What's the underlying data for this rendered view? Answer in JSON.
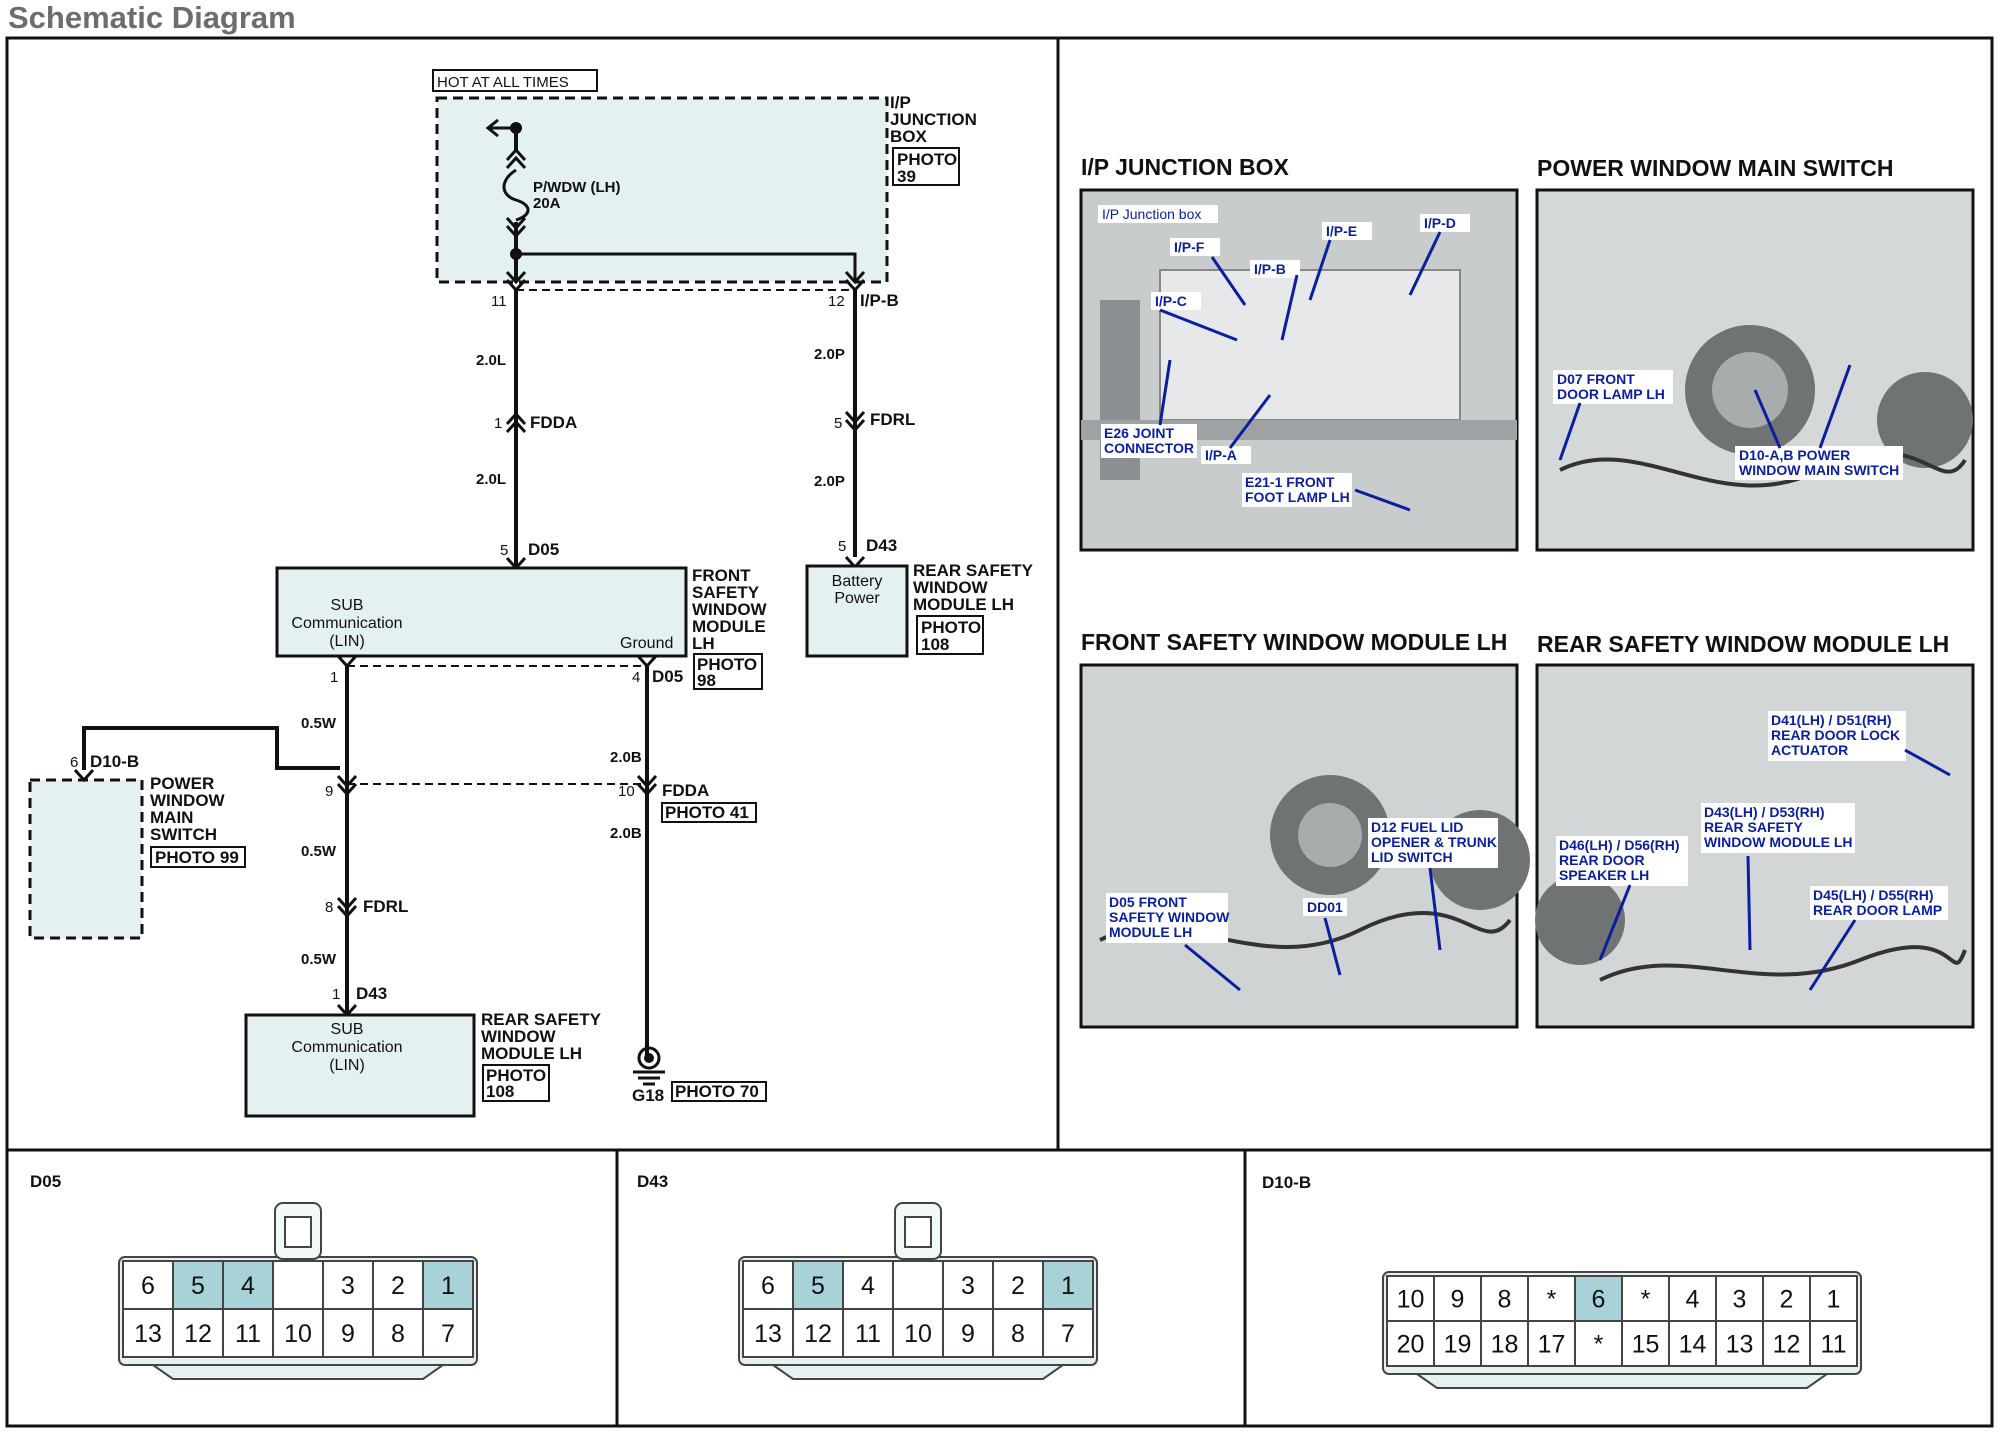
{
  "page": {
    "title": "Schematic Diagram"
  },
  "schematic": {
    "hot_label": "HOT AT ALL TIMES",
    "junction_box": {
      "name_l1": "I/P",
      "name_l2": "JUNCTION",
      "name_l3": "BOX",
      "photo_l1": "PHOTO",
      "photo_l2": "39"
    },
    "fuse": {
      "name": "P/WDW (LH)",
      "rating": "20A"
    },
    "left_branch": {
      "pin_top": "11",
      "wire1": "2.0L",
      "conn_pin": "1",
      "conn_name": "FDDA",
      "wire2": "2.0L",
      "d05_pin": "5",
      "d05_name": "D05"
    },
    "right_branch": {
      "pin_top": "12",
      "conn_top": "I/P-B",
      "wire1": "2.0P",
      "conn_pin": "5",
      "conn_name": "FDRL",
      "wire2": "2.0P",
      "d43_pin": "5",
      "d43_name": "D43"
    },
    "front_module": {
      "inner_l1": "SUB",
      "inner_l2": "Communication",
      "inner_l3": "(LIN)",
      "ground": "Ground",
      "name_l1": "FRONT",
      "name_l2": "SAFETY",
      "name_l3": "WINDOW",
      "name_l4": "MODULE",
      "name_l5": "LH",
      "photo_l1": "PHOTO",
      "photo_l2": "98",
      "pin_lin": "1",
      "pin_gnd": "4",
      "pin_gnd_conn": "D05"
    },
    "rear_battery": {
      "inner_l1": "Battery",
      "inner_l2": "Power",
      "name_l1": "REAR SAFETY",
      "name_l2": "WINDOW",
      "name_l3": "MODULE LH",
      "photo_l1": "PHOTO",
      "photo_l2": "108"
    },
    "main_switch": {
      "pin": "6",
      "conn": "D10-B",
      "name_l1": "POWER",
      "name_l2": "WINDOW",
      "name_l3": "MAIN",
      "name_l4": "SWITCH",
      "photo": "PHOTO 99"
    },
    "lin_wires": {
      "w1": "0.5W",
      "w2": "0.5W",
      "w3": "0.5W",
      "splice_pin": "9",
      "conn_pin": "8",
      "conn_name": "FDRL"
    },
    "ground_path": {
      "w1": "2.0B",
      "w2": "2.0B",
      "conn_pin": "10",
      "conn_name": "FDDA",
      "photo": "PHOTO 41",
      "ground_name": "G18",
      "ground_photo": "PHOTO 70"
    },
    "rear_module": {
      "pin": "1",
      "conn": "D43",
      "inner_l1": "SUB",
      "inner_l2": "Communication",
      "inner_l3": "(LIN)",
      "name_l1": "REAR SAFETY",
      "name_l2": "WINDOW",
      "name_l3": "MODULE LH",
      "photo_l1": "PHOTO",
      "photo_l2": "108"
    }
  },
  "photos": {
    "ip_junction": {
      "title": "I/P JUNCTION BOX",
      "labels": [
        "I/P Junction box",
        "I/P-F",
        "I/P-E",
        "I/P-D",
        "I/P-B",
        "I/P-C",
        "E26 JOINT",
        "CONNECTOR",
        "I/P-A",
        "E21-1 FRONT",
        "FOOT LAMP LH"
      ]
    },
    "main_switch": {
      "title": "POWER WINDOW MAIN SWITCH",
      "labels": [
        "D07 FRONT",
        "DOOR LAMP LH",
        "D10-A,B POWER",
        "WINDOW MAIN SWITCH"
      ]
    },
    "front_module": {
      "title": "FRONT SAFETY WINDOW MODULE LH",
      "labels": [
        "D12 FUEL LID",
        "OPENER & TRUNK",
        "LID SWITCH",
        "D05 FRONT",
        "SAFETY WINDOW",
        "MODULE LH",
        "DD01"
      ]
    },
    "rear_module": {
      "title": "REAR SAFETY WINDOW MODULE LH",
      "labels": [
        "D41(LH) / D51(RH)",
        "REAR DOOR LOCK",
        "ACTUATOR",
        "D43(LH) / D53(RH)",
        "REAR SAFETY",
        "WINDOW MODULE LH",
        "D46(LH) / D56(RH)",
        "REAR DOOR",
        "SPEAKER LH",
        "D45(LH) / D55(RH)",
        "REAR DOOR LAMP"
      ]
    }
  },
  "connectors": {
    "d05": {
      "name": "D05",
      "row1": [
        "6",
        "5",
        "4",
        "",
        "3",
        "2",
        "1"
      ],
      "row1_hl": [
        false,
        true,
        true,
        false,
        false,
        false,
        true
      ],
      "row2": [
        "13",
        "12",
        "11",
        "10",
        "9",
        "8",
        "7"
      ]
    },
    "d43": {
      "name": "D43",
      "row1": [
        "6",
        "5",
        "4",
        "",
        "3",
        "2",
        "1"
      ],
      "row1_hl": [
        false,
        true,
        false,
        false,
        false,
        false,
        true
      ],
      "row2": [
        "13",
        "12",
        "11",
        "10",
        "9",
        "8",
        "7"
      ]
    },
    "d10b": {
      "name": "D10-B",
      "row1": [
        "10",
        "9",
        "8",
        "*",
        "6",
        "*",
        "4",
        "3",
        "2",
        "1"
      ],
      "row1_hl": [
        false,
        false,
        false,
        false,
        true,
        false,
        false,
        false,
        false,
        false
      ],
      "row2": [
        "20",
        "19",
        "18",
        "17",
        "*",
        "15",
        "14",
        "13",
        "12",
        "11"
      ]
    }
  },
  "colors": {
    "module_fill": "#e4f0f2",
    "pin_highlight": "#a8d1d8",
    "callout": "#0a1fa0",
    "title_gray": "#6d6d6d"
  }
}
